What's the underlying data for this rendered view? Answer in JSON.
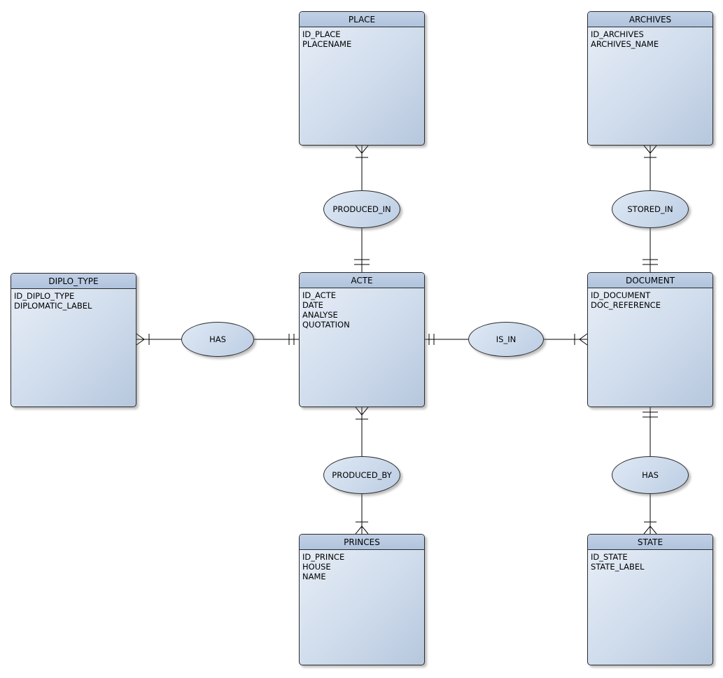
{
  "diagram": {
    "type": "er-diagram",
    "entities": [
      {
        "name": "PLACE",
        "attributes": [
          "ID_PLACE",
          "PLACENAME"
        ]
      },
      {
        "name": "ARCHIVES",
        "attributes": [
          "ID_ARCHIVES",
          "ARCHIVES_NAME"
        ]
      },
      {
        "name": "DIPLO_TYPE",
        "attributes": [
          "ID_DIPLO_TYPE",
          "DIPLOMATIC_LABEL"
        ]
      },
      {
        "name": "ACTE",
        "attributes": [
          "ID_ACTE",
          "DATE",
          "ANALYSE",
          "QUOTATION"
        ]
      },
      {
        "name": "DOCUMENT",
        "attributes": [
          "ID_DOCUMENT",
          "DOC_REFERENCE"
        ]
      },
      {
        "name": "PRINCES",
        "attributes": [
          "ID_PRINCE",
          "HOUSE",
          "NAME"
        ]
      },
      {
        "name": "STATE",
        "attributes": [
          "ID_STATE",
          "STATE_LABEL"
        ]
      }
    ],
    "relationships": [
      {
        "label": "PRODUCED_IN",
        "from": "PLACE",
        "to": "ACTE",
        "from_end": "one-or-many (crow-foot + tick)",
        "to_end": "one-and-only-one (double tick)"
      },
      {
        "label": "STORED_IN",
        "from": "ARCHIVES",
        "to": "DOCUMENT",
        "from_end": "one-or-many (crow-foot + tick)",
        "to_end": "one-and-only-one (double tick)"
      },
      {
        "label": "HAS",
        "from": "DIPLO_TYPE",
        "to": "ACTE",
        "from_end": "one-or-many (crow-foot + tick)",
        "to_end": "one-and-only-one (double tick)"
      },
      {
        "label": "IS_IN",
        "from": "ACTE",
        "to": "DOCUMENT",
        "from_end": "one-and-only-one (double tick)",
        "to_end": "one-or-many (crow-foot + tick)"
      },
      {
        "label": "PRODUCED_BY",
        "from": "ACTE",
        "to": "PRINCES",
        "from_end": "one-or-many (crow-foot + tick)",
        "to_end": "one-or-many (tick + crow-foot)"
      },
      {
        "label": "HAS",
        "from": "DOCUMENT",
        "to": "STATE",
        "from_end": "one-and-only-one (double tick)",
        "to_end": "one-or-many (tick + crow-foot)"
      }
    ],
    "colors": {
      "background": "#ffffff",
      "entity_header": "#b7c9e2",
      "entity_body_light": "#e9eff7",
      "entity_body_dark": "#b6c7dd",
      "shape_border": "#2b2b2b",
      "connector": "#000000"
    }
  }
}
